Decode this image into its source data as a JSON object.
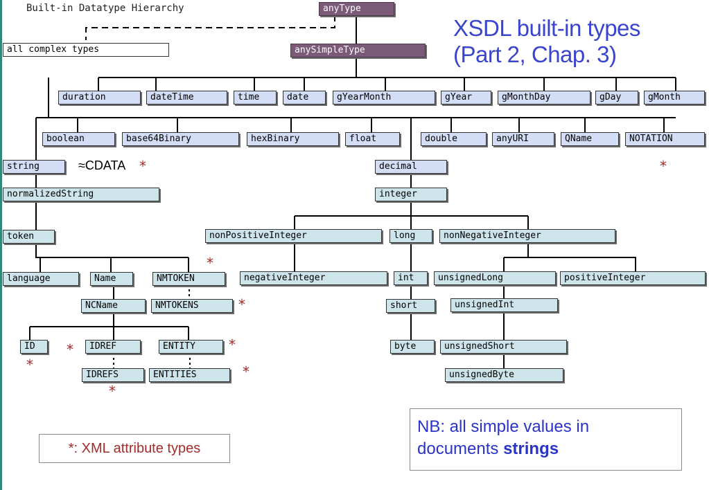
{
  "header": {
    "hierarchy_title": "Built-in Datatype Hierarchy",
    "slide_title_line1": "XSDL built-in types",
    "slide_title_line2": "(Part 2, Chap. 3)"
  },
  "nodes": {
    "anyType": "anyType",
    "all_complex_types": "all complex types",
    "anySimpleType": "anySimpleType",
    "duration": "duration",
    "dateTime": "dateTime",
    "time": "time",
    "date": "date",
    "gYearMonth": "gYearMonth",
    "gYear": "gYear",
    "gMonthDay": "gMonthDay",
    "gDay": "gDay",
    "gMonth": "gMonth",
    "boolean": "boolean",
    "base64Binary": "base64Binary",
    "hexBinary": "hexBinary",
    "float": "float",
    "double": "double",
    "anyURI": "anyURI",
    "QName": "QName",
    "NOTATION": "NOTATION",
    "string": "string",
    "decimal": "decimal",
    "normalizedString": "normalizedString",
    "integer": "integer",
    "token": "token",
    "nonPositiveInteger": "nonPositiveInteger",
    "long": "long",
    "nonNegativeInteger": "nonNegativeInteger",
    "language": "language",
    "Name": "Name",
    "NMTOKEN": "NMTOKEN",
    "negativeInteger": "negativeInteger",
    "int": "int",
    "unsignedLong": "unsignedLong",
    "positiveInteger": "positiveInteger",
    "NCName": "NCName",
    "NMTOKENS": "NMTOKENS",
    "short": "short",
    "unsignedInt": "unsignedInt",
    "ID": "ID",
    "IDREF": "IDREF",
    "ENTITY": "ENTITY",
    "byte": "byte",
    "unsignedShort": "unsignedShort",
    "IDREFS": "IDREFS",
    "ENTITIES": "ENTITIES",
    "unsignedByte": "unsignedByte"
  },
  "annotations": {
    "cdata": "≈CDATA",
    "star": "*",
    "legend": "*: XML attribute types",
    "nb_text": "NB: all simple values in documents ",
    "nb_bold": "strings"
  },
  "colors": {
    "purple_node": "#7b5a78",
    "blue_node": "#d3ddf6",
    "teal_node": "#cde4ea",
    "title_blue": "#3a44cc",
    "star_red": "#a52a2a"
  }
}
